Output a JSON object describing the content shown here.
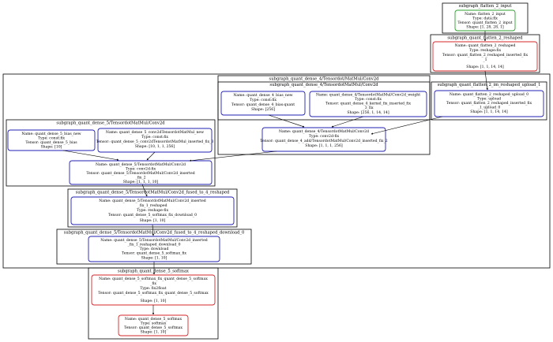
{
  "colors": {
    "green": "#2ca02c",
    "red": "#d62728",
    "blue": "#1f1fb4",
    "black": "#000000"
  },
  "clusters": {
    "flatten_2_input": "subgraph_flatten_2_input",
    "quant_flatten_2_reshaped": "subgraph_quant_flatten_2_reshaped",
    "quant_dense_4_matmul": "subgraph_quant_dense_4/Tensordot/MatMul/Conv2d",
    "quant_dense_4_conv2d": "subgraph_quant_dense_4/TensordotMatMul/Conv2d",
    "quant_flatten_2_reshaped_1": "subgraph_quant_flatten_2_im_reshaped_upload_1",
    "quant_dense_5_matmul": "subgraph_quant_dense_5/TensordotMatMul/Conv2d",
    "quant_dense_5_reshaped": "subgraph_quant_dense_5/TensordotMatMul/Conv2d_fused_to_4_reshaped",
    "quant_dense_5_download": "subgraph_quant_dense_5/TensordotMatMul/Conv2d_fused_to_4_reshaped_download_0",
    "quant_dense_5_softmax": "subgraph_quant_dense_5_softmax"
  },
  "nodes": {
    "flatten_2_input": [
      "Name: flatten_2_input",
      "Type: data:fix",
      "Tensor: quant_flatten_2_input",
      "Shape: [1, 28, 28, 1]"
    ],
    "quant_flatten_2_reshaped": [
      "Name: quant_flatten_2_reshaped",
      "Type: reshape:fix",
      "Tensor: quant_flatten_2_reshaped_inserted_fix",
      "_1",
      "Shape: [1, 1, 14, 14]"
    ],
    "dense_4_bias": [
      "Name: quant_dense_4_bias_new",
      "Type: const:fix",
      "Tensor: quant_dense_4_bias:quant",
      "Shape: [256]"
    ],
    "dense_4_weight": [
      "Name: quant_dense_4/TensordotMatMul/Conv2d_weight",
      "Type: const:fix",
      "Tensor: quant_dense_4_kernel_fix_inserted_fix",
      "_3_fix",
      "Shape: [256, 1, 14, 14]"
    ],
    "quant_flatten_2_upload": [
      "Name: quant_flatten_2_reshaped_upload_0",
      "Type: upload",
      "Tensor: quant_flatten_2_reshaped_inserted_fix",
      "_1_upload_0",
      "Shape: [1, 1, 14, 14]"
    ],
    "dense_4_conv2d": [
      "Name: quant_dense_4/TensordotMatMul/Conv2d",
      "Type: conv2d-fix",
      "Tensor: quant_dense_4_add/TensordotMatMul/Conv2d_inserted_fix_2",
      "Shape: [1, 1, 1, 256]"
    ],
    "dense_5_bias": [
      "Name: quant_dense_5_bias_new",
      "Type: const:fix",
      "Tensor: quant_dense_5_bias",
      "Shape: [10]"
    ],
    "dense_5_weight": [
      "Name: quant_dense_5_conv2dTensordotMatMul_new",
      "Type: const:fix",
      "Tensor: quant_dense_5_conv2dTensordotMatMul_inserted_fix_3",
      "Shape: [10, 1, 1, 256]"
    ],
    "dense_5_conv2d": [
      "Name: quant_dense_5/TensordotMatMul/Conv2d",
      "Type: conv2d-fix",
      "Tensor: quant_dense_5/TensordotMatMul/Conv2d_inserted",
      "_fix_2",
      "Shape: [1, 1, 1, 10]"
    ],
    "dense_5_reshaped": [
      "Name: quant_dense_5/TensordotMatMul/Conv2d_inserted",
      "_fix_1_reshaped",
      "Type: reshape-fix",
      "Tensor: quant_dense_5_softmax_fix_download_0",
      "Shape: [1, 10]"
    ],
    "dense_5_download": [
      "Name: quant_dense_5/TensordotMatMul/Conv2d_inserted",
      "_fix_1_reshaped_download_0",
      "Type: download",
      "Tensor: quant_dense_5_softmax_fix",
      "Shape: [1, 10]"
    ],
    "dense_5_softmax_fix": [
      "Name: quant_dense_5_softmax_fix_quant_dense_5_softmax",
      "_fix",
      "Type: fix2float",
      "Tensor: quant_dense_5_softmax_fix_quant_dense_5_softmax",
      "Shape: [1, 10]"
    ],
    "dense_5_softmax": [
      "Name: quant_dense_5_softmax",
      "Type: softmax",
      "Tensor: quant_dense_5_softmax",
      "Shape: [1, 10]"
    ]
  }
}
